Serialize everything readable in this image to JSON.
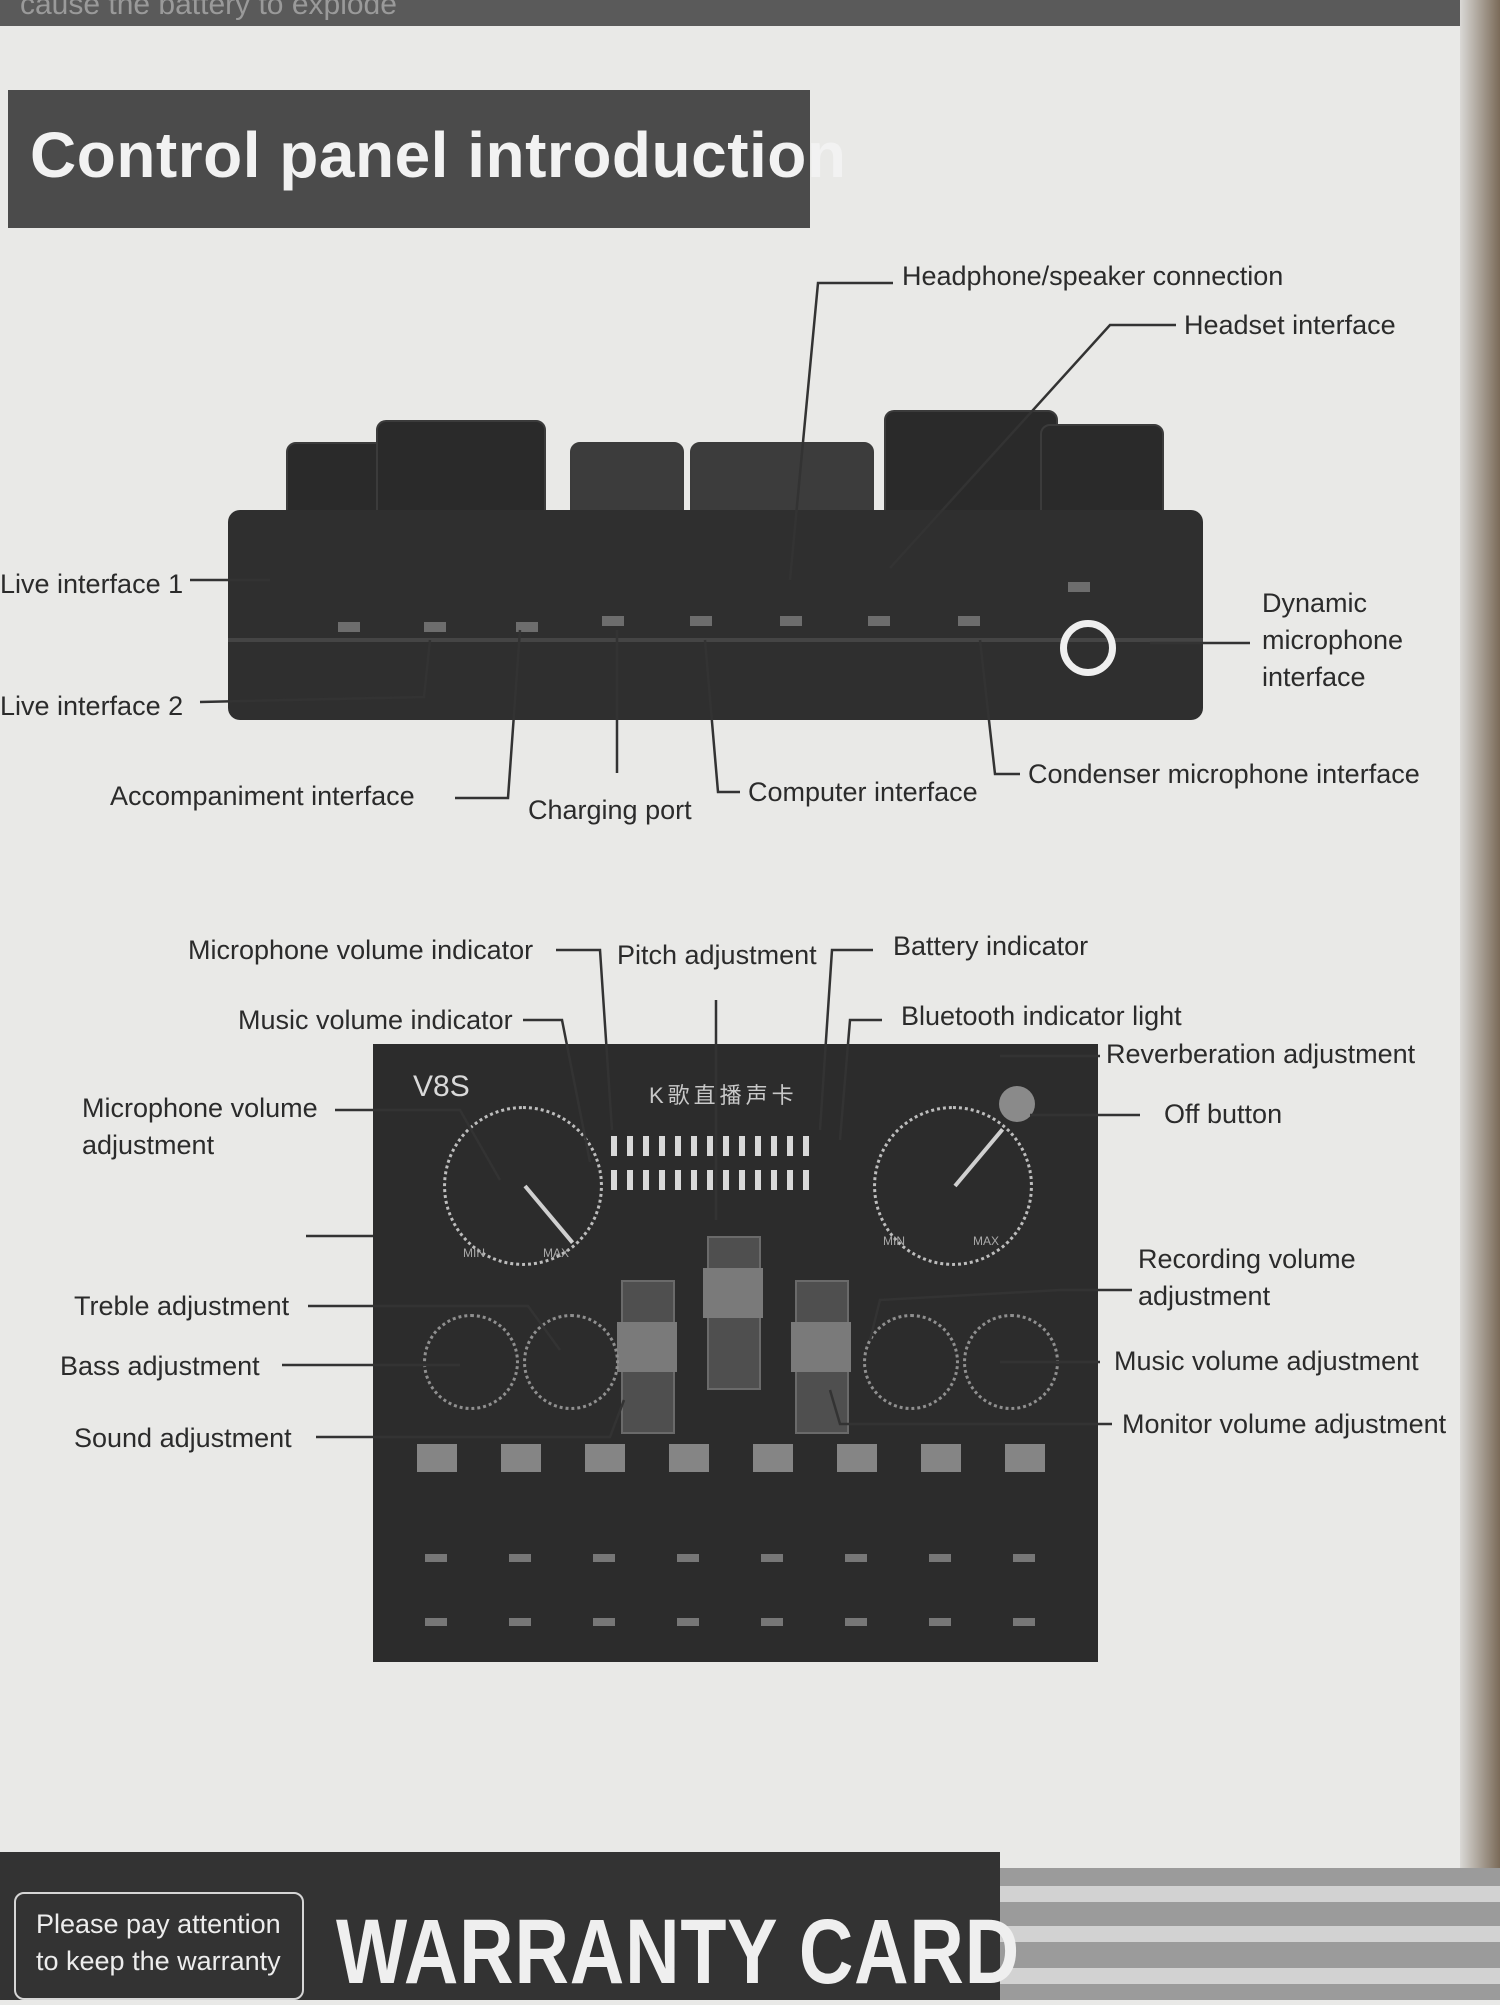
{
  "top_text": "cause the battery to explode",
  "title": "Control panel introduction",
  "side_panel": {
    "labels": {
      "headphone_speaker": "Headphone/speaker connection",
      "headset": "Headset interface",
      "live1": "Live interface 1",
      "live2": "Live interface 2",
      "dynamic_mic": "Dynamic microphone interface",
      "accompaniment": "Accompaniment interface",
      "charging": "Charging port",
      "computer": "Computer interface",
      "condenser": "Condenser microphone interface"
    }
  },
  "top_panel": {
    "brand": "V8S",
    "subtitle": "K歌直播声卡",
    "min_label": "MIN",
    "max_label": "MAX",
    "labels": {
      "mic_volume_indicator": "Microphone volume indicator",
      "pitch": "Pitch adjustment",
      "battery_indicator": "Battery indicator",
      "music_volume_indicator": "Music volume indicator",
      "bluetooth_light": "Bluetooth indicator light",
      "reverb": "Reverberation adjustment",
      "off_button": "Off button",
      "mic_volume_adj": "Microphone volume adjustment",
      "recording_volume": "Recording volume adjustment",
      "treble": "Treble adjustment",
      "music_volume_adj": "Music volume adjustment",
      "bass": "Bass adjustment",
      "monitor_volume": "Monitor volume adjustment",
      "sound": "Sound adjustment"
    }
  },
  "warranty": {
    "notice": "Please pay attention to keep the warranty",
    "title": "WARRANTY CARD"
  }
}
